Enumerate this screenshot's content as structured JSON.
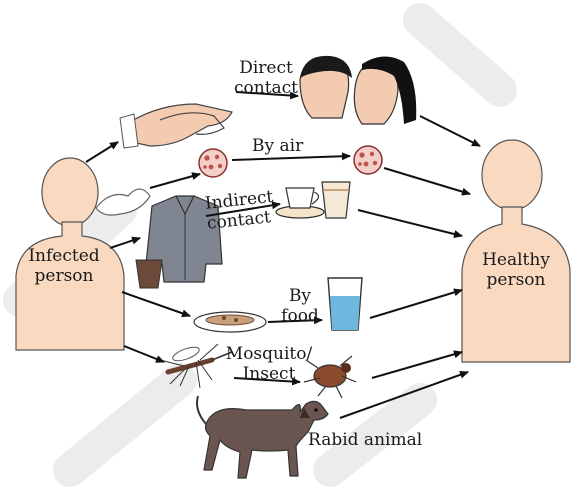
{
  "labels": {
    "source": [
      "Infected",
      "person"
    ],
    "target": [
      "Healthy",
      "person"
    ],
    "direct_contact": [
      "Direct",
      "contact"
    ],
    "by_air": "By air",
    "indirect_contact": [
      "Indirect",
      "contact"
    ],
    "by_food": [
      "By",
      "food"
    ],
    "mosquito": [
      "Mosquito/",
      "Insect"
    ],
    "rabid": "Rabid animal"
  },
  "colors": {
    "skin": "#f9d9c0",
    "arrow": "#111111",
    "watermark": "#e6e6e6",
    "microbe": "#c0504d",
    "shirt": "#7f8591",
    "dog": "#6b5550",
    "water": "#6fb7de"
  }
}
